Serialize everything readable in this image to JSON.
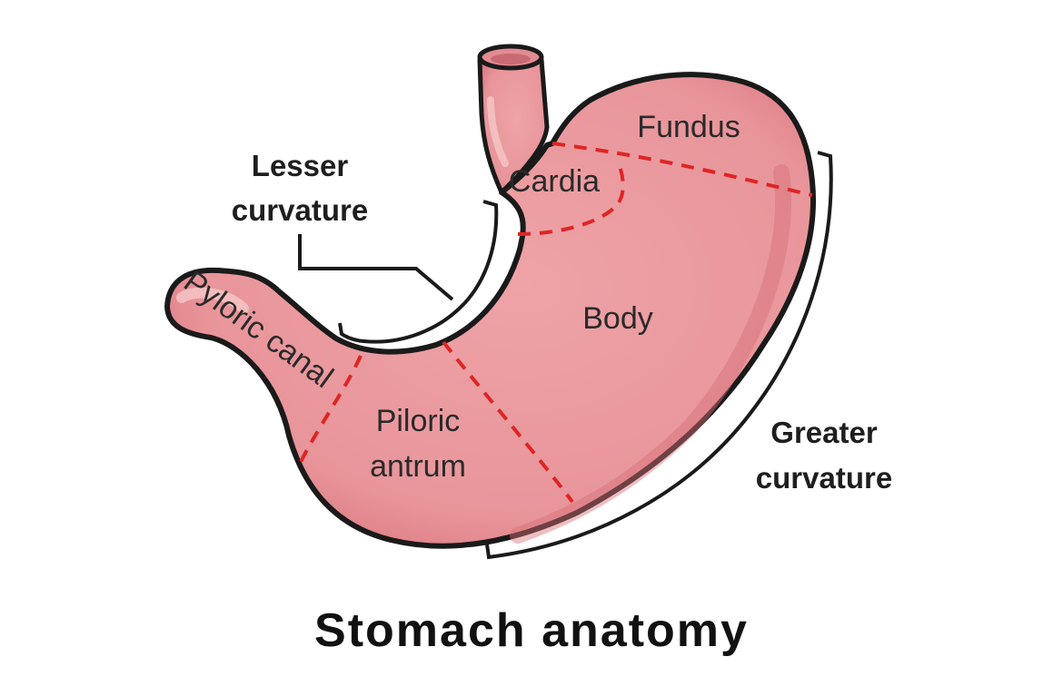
{
  "diagram": {
    "title": "Stomach anatomy",
    "regions": {
      "fundus": "Fundus",
      "cardia": "Cardia",
      "body": "Body",
      "pyloric_canal": "Pyloric canal",
      "antrum_line1": "Piloric",
      "antrum_line2": "antrum"
    },
    "callouts": {
      "lesser_line1": "Lesser",
      "lesser_line2": "curvature",
      "greater_line1": "Greater",
      "greater_line2": "curvature"
    }
  },
  "colors": {
    "stomach_fill": "#e8959a",
    "stomach_dark": "#dc7c83",
    "highlight": "#f4c3c4",
    "outline": "#1a1a1a",
    "divider": "#e02424"
  }
}
